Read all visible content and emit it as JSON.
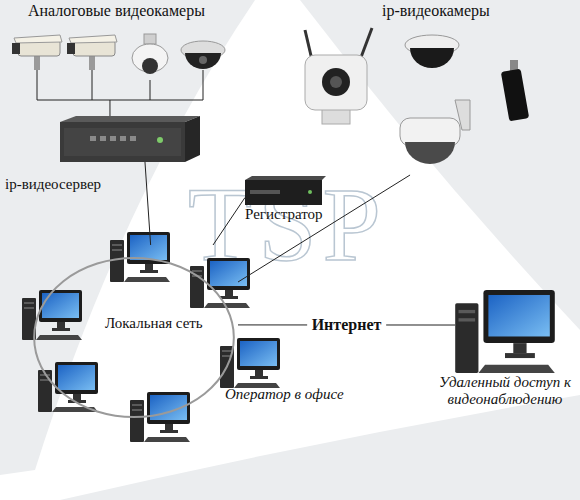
{
  "diagram": {
    "nodes": [
      {
        "text": [
          "Аналоговые видеокамеры"
        ]
      },
      {
        "text": [
          "ip-видеокамеры"
        ]
      },
      {
        "text": [
          "ip-видеосервер"
        ]
      },
      {
        "text": [
          "Регистратор"
        ]
      },
      {
        "text": [
          "Локальная сеть"
        ]
      },
      {
        "text": [
          "Оператор в офисе"
        ]
      },
      {
        "text": [
          "Удаленный доступ к видеонаблюдению"
        ]
      }
    ],
    "edges": [
      {
        "from": 0,
        "to": 2,
        "arrow": "none"
      },
      {
        "from": 2,
        "to": 4,
        "arrow": "none"
      },
      {
        "from": 3,
        "to": 4,
        "arrow": "none"
      },
      {
        "from": 1,
        "to": 4,
        "arrow": "none"
      },
      {
        "from": 4,
        "to": 6,
        "label": "Интернет",
        "arrow": "none"
      }
    ],
    "labels": [
      "TSP"
    ]
  }
}
